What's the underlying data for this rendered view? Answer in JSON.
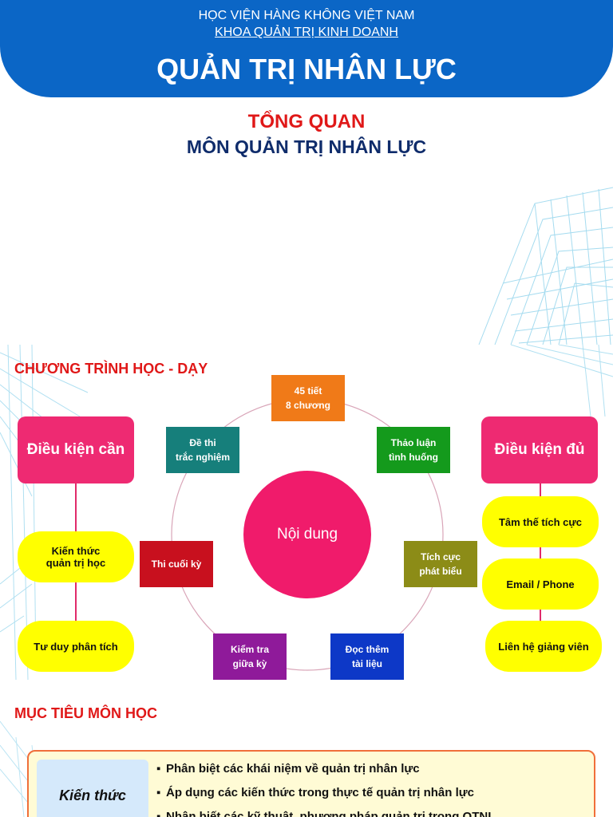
{
  "slide1": {
    "institution": "HỌC VIỆN HÀNG KHÔNG VIỆT NAM",
    "faculty": "KHOA QUẢN TRỊ KINH DOANH",
    "course_title": "QUẢN TRỊ NHÂN LỰC",
    "overview_title": "TỔNG QUAN",
    "overview_subtitle": "MÔN QUẢN TRỊ NHÂN LỰC"
  },
  "slide2": {
    "title": "CHƯƠNG TRÌNH HỌC - DẠY",
    "center": "Nội dung",
    "nodes": {
      "top": "45 tiết\n8 chương",
      "upper_right": "Thảo luận\ntình huống",
      "right": "Tích cực\nphát biểu",
      "lower_right": "Đọc thêm\ntài liệu",
      "lower_left": "Kiểm tra\ngiữa kỳ",
      "left": "Thi cuối kỳ",
      "upper_left": "Đề thi\ntrắc nghiệm"
    },
    "left_header": "Điều kiện cần",
    "left_items": [
      "Kiến thức\nquản trị học",
      "Tư duy phân tích"
    ],
    "right_header": "Điều kiện đủ",
    "right_items": [
      "Tâm thế tích cực",
      "Email / Phone",
      "Liên hệ giảng viên"
    ],
    "colors": {
      "top": "#f07a18",
      "upper_right": "#149a1c",
      "right": "#8c8c17",
      "lower_right": "#0d38c7",
      "lower_left": "#8f1a9a",
      "left": "#c8101e",
      "upper_left": "#167f7b"
    }
  },
  "slide3": {
    "title": "MỤC TIÊU MÔN HỌC",
    "category": "Kiến thức",
    "bullets": [
      "Phân biệt các khái niệm về quản trị nhân lực",
      "Áp dụng các kiến thức trong thực tế quản trị nhân lực",
      "Nhận biết các kỹ thuật, phương pháp quản trị trong QTNL"
    ]
  }
}
